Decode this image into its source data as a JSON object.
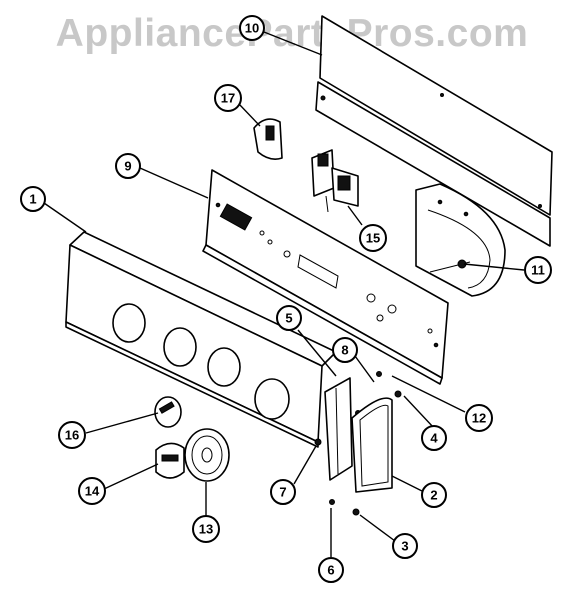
{
  "watermark": "AppliancePartsPros.com",
  "callouts": [
    {
      "id": "callout-1",
      "label": "1"
    },
    {
      "id": "callout-2",
      "label": "2"
    },
    {
      "id": "callout-3",
      "label": "3"
    },
    {
      "id": "callout-4",
      "label": "4"
    },
    {
      "id": "callout-5",
      "label": "5"
    },
    {
      "id": "callout-6",
      "label": "6"
    },
    {
      "id": "callout-7",
      "label": "7"
    },
    {
      "id": "callout-8",
      "label": "8"
    },
    {
      "id": "callout-9",
      "label": "9"
    },
    {
      "id": "callout-10",
      "label": "10"
    },
    {
      "id": "callout-11",
      "label": "11"
    },
    {
      "id": "callout-12",
      "label": "12"
    },
    {
      "id": "callout-13",
      "label": "13"
    },
    {
      "id": "callout-14",
      "label": "14"
    },
    {
      "id": "callout-15",
      "label": "15"
    },
    {
      "id": "callout-16",
      "label": "16"
    },
    {
      "id": "callout-17",
      "label": "17"
    }
  ]
}
